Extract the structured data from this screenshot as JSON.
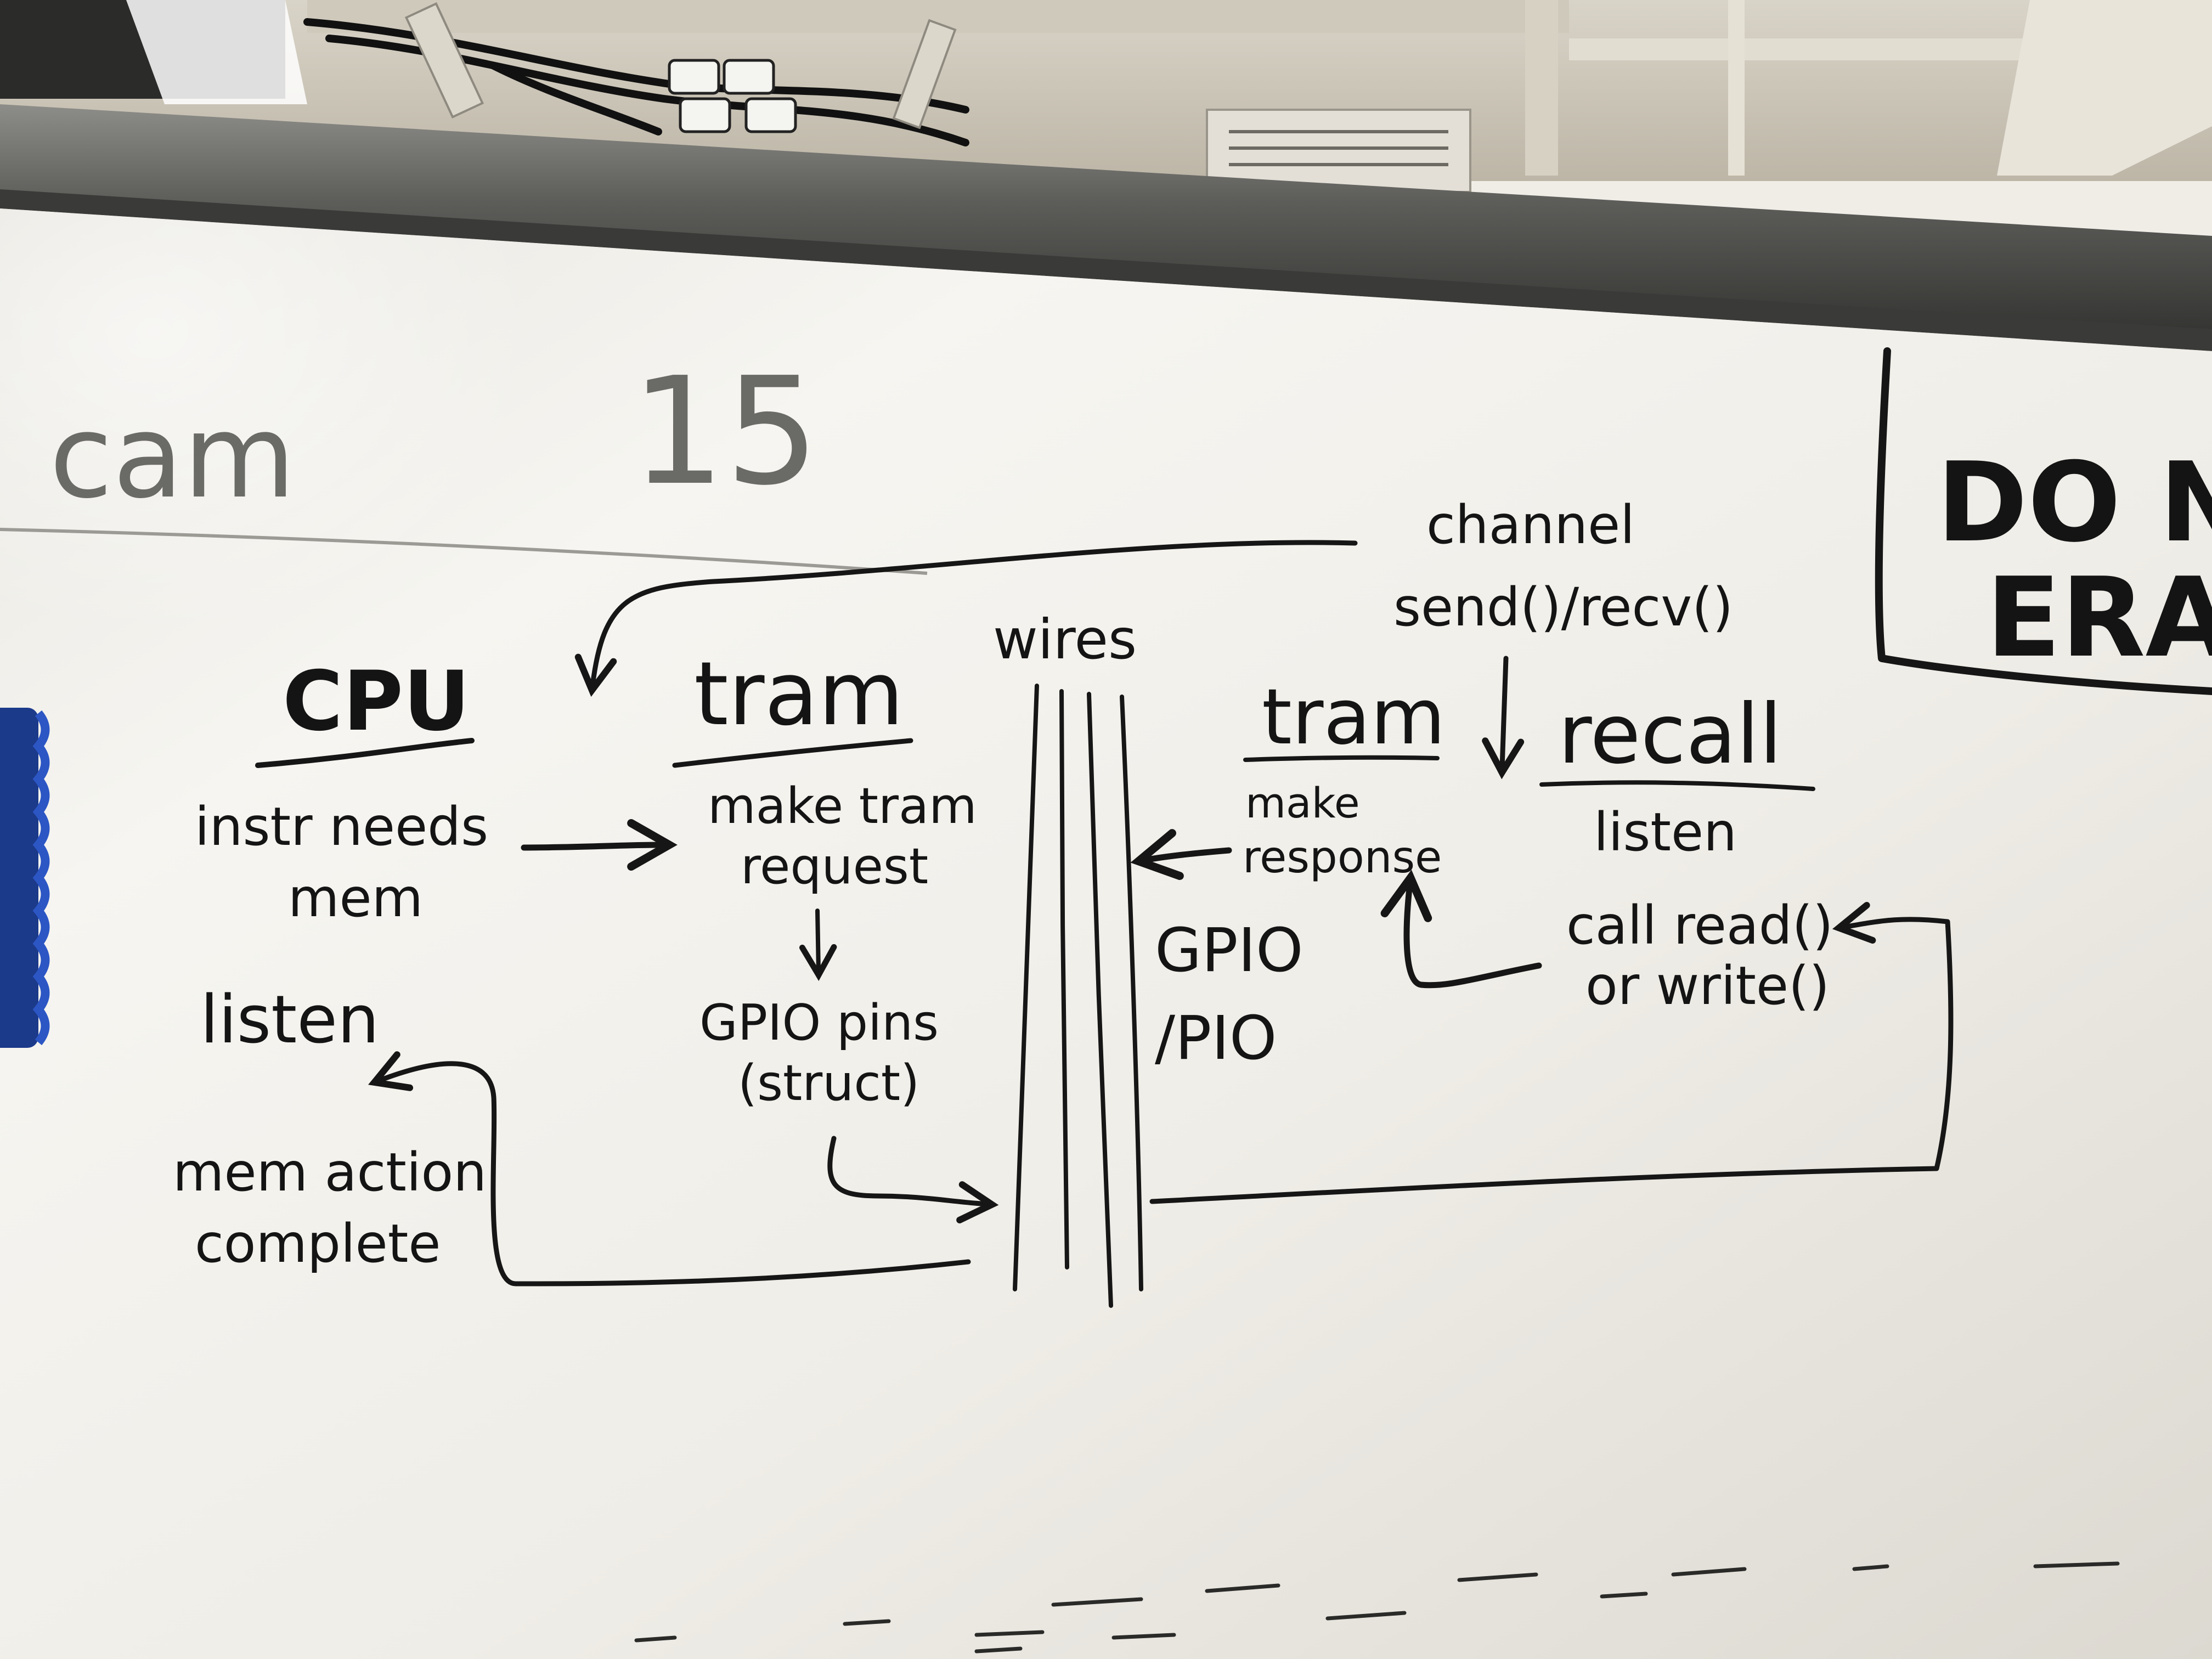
{
  "header": {
    "room": "cam",
    "number": "15"
  },
  "notice": {
    "line1": "DO N",
    "line2": "ERAS"
  },
  "channel": {
    "title": "channel",
    "methods": "send()/recv()"
  },
  "wires_label": "wires",
  "cpu": {
    "title": "CPU",
    "step1": [
      "instr needs",
      "mem"
    ],
    "step2": "listen",
    "step3": [
      "mem action",
      "complete"
    ]
  },
  "tram_left": {
    "title": "tram",
    "step1": [
      "make tram",
      "request"
    ],
    "step2": [
      "GPIO pins",
      "(struct)"
    ]
  },
  "tram_right": {
    "title": "tram",
    "step1": [
      "make",
      "response"
    ],
    "step2": [
      "GPIO",
      "/PIO"
    ]
  },
  "recall": {
    "title": "recall",
    "step1": "listen",
    "step2": [
      "call read()",
      "or write()"
    ]
  }
}
